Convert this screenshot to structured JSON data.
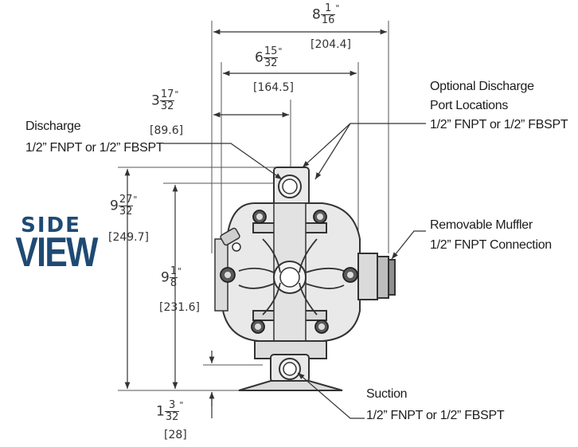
{
  "view": {
    "side": "SIDE",
    "view": "VIEW"
  },
  "callouts": {
    "discharge": {
      "title": "Discharge",
      "spec": "1/2” FNPT or 1/2” FBSPT"
    },
    "optional": {
      "line1": "Optional Discharge",
      "line2": "Port Locations",
      "spec": "1/2” FNPT or 1/2” FBSPT"
    },
    "muffler": {
      "line1": "Removable Muffler",
      "line2": "1/2” FNPT Connection"
    },
    "suction": {
      "title": "Suction",
      "spec": "1/2” FNPT or 1/2” FBSPT"
    }
  },
  "dimensions": {
    "overall_width": {
      "whole": "8",
      "num": "1",
      "den": "16",
      "unit": "\"",
      "metric": "[204.4]"
    },
    "body_width": {
      "whole": "6",
      "num": "15",
      "den": "32",
      "unit": "\"",
      "metric": "[164.5]"
    },
    "center_offset": {
      "whole": "3",
      "num": "17",
      "den": "32",
      "unit": "\"",
      "metric": "[89.6]"
    },
    "overall_height": {
      "whole": "9",
      "num": "27",
      "den": "32",
      "unit": "\"",
      "metric": "[249.7]"
    },
    "port_height": {
      "whole": "9",
      "num": "1",
      "den": "8",
      "unit": "\"",
      "metric": "[231.6]"
    },
    "suction_height": {
      "whole": "1",
      "num": "3",
      "den": "32",
      "unit": "\"",
      "metric": "[28]"
    }
  },
  "colors": {
    "brand": "#1e4a73",
    "line": "#444444",
    "pump_fill": "#e9e9e9"
  }
}
